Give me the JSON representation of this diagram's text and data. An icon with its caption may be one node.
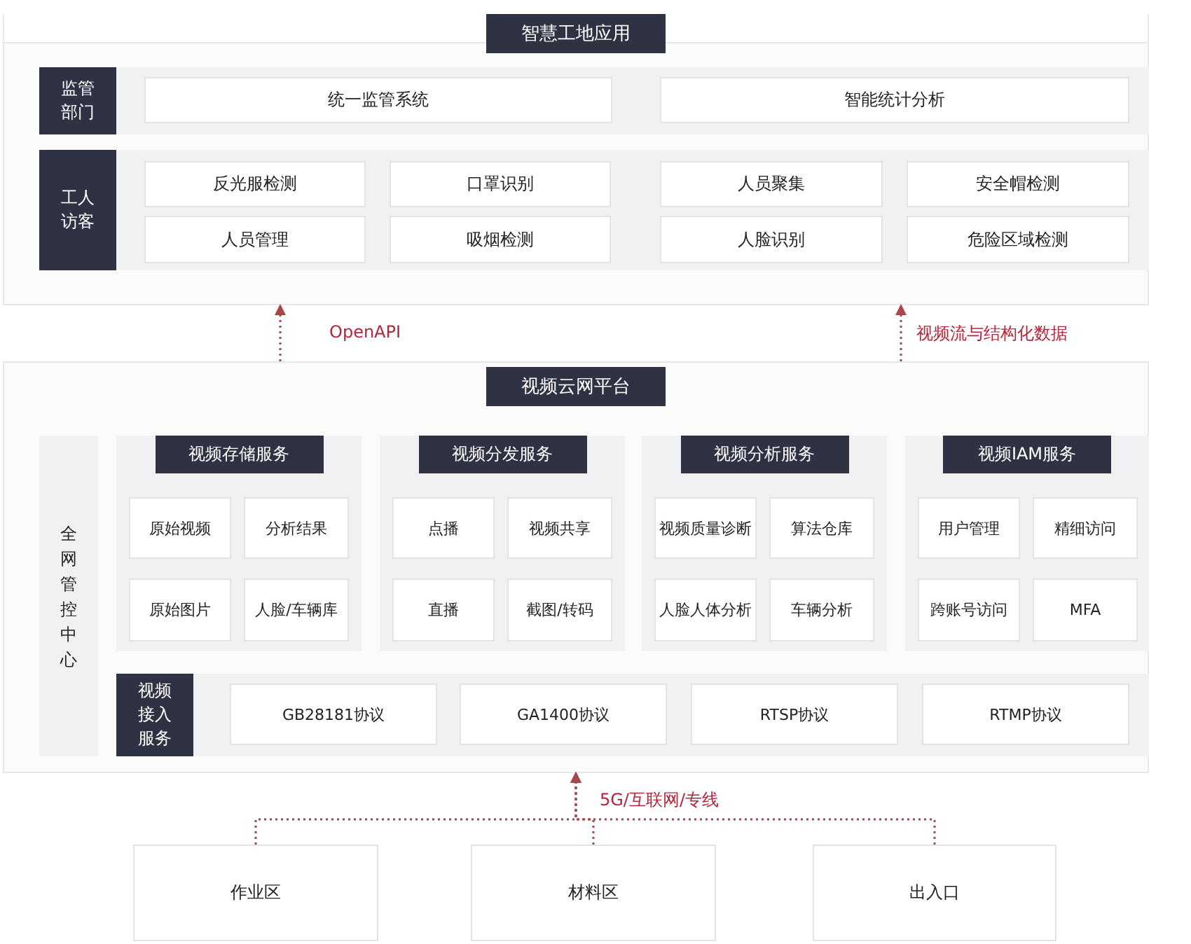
{
  "diagram": {
    "nodes": [
      {
        "text": [
          "智慧工地应用"
        ]
      },
      {
        "text": [
          "监管部门"
        ],
        "in": 0
      },
      {
        "text": [
          "统一监管系统"
        ],
        "in": 1
      },
      {
        "text": [
          "智能统计分析"
        ],
        "in": 1
      },
      {
        "text": [
          "工人访客"
        ],
        "in": 0
      },
      {
        "text": [
          "反光服检测"
        ],
        "in": 4
      },
      {
        "text": [
          "口罩识别"
        ],
        "in": 4
      },
      {
        "text": [
          "人员聚集"
        ],
        "in": 4
      },
      {
        "text": [
          "安全帽检测"
        ],
        "in": 4
      },
      {
        "text": [
          "人员管理"
        ],
        "in": 4
      },
      {
        "text": [
          "吸烟检测"
        ],
        "in": 4
      },
      {
        "text": [
          "人脸识别"
        ],
        "in": 4
      },
      {
        "text": [
          "危险区域检测"
        ],
        "in": 4
      },
      {
        "text": [
          "视频云网平台"
        ]
      },
      {
        "text": [
          "全网管控中心"
        ],
        "in": 13
      },
      {
        "text": [
          "视频存储服务"
        ],
        "in": 13
      },
      {
        "text": [
          "原始视频"
        ],
        "in": 15
      },
      {
        "text": [
          "分析结果"
        ],
        "in": 15
      },
      {
        "text": [
          "原始图片"
        ],
        "in": 15
      },
      {
        "text": [
          "人脸/车辆库"
        ],
        "in": 15
      },
      {
        "text": [
          "视频分发服务"
        ],
        "in": 13
      },
      {
        "text": [
          "点播"
        ],
        "in": 20
      },
      {
        "text": [
          "视频共享"
        ],
        "in": 20
      },
      {
        "text": [
          "直播"
        ],
        "in": 20
      },
      {
        "text": [
          "截图/转码"
        ],
        "in": 20
      },
      {
        "text": [
          "视频分析服务"
        ],
        "in": 13
      },
      {
        "text": [
          "视频质量诊断"
        ],
        "in": 25
      },
      {
        "text": [
          "算法仓库"
        ],
        "in": 25
      },
      {
        "text": [
          "人脸人体分析"
        ],
        "in": 25
      },
      {
        "text": [
          "车辆分析"
        ],
        "in": 25
      },
      {
        "text": [
          "视频IAM服务"
        ],
        "in": 13
      },
      {
        "text": [
          "用户管理"
        ],
        "in": 30
      },
      {
        "text": [
          "精细访问"
        ],
        "in": 30
      },
      {
        "text": [
          "跨账号访问"
        ],
        "in": 30
      },
      {
        "text": [
          "MFA"
        ],
        "in": 30
      },
      {
        "text": [
          "视频接入服务"
        ],
        "in": 13
      },
      {
        "text": [
          "GB28181协议"
        ],
        "in": 35
      },
      {
        "text": [
          "GA1400协议"
        ],
        "in": 35
      },
      {
        "text": [
          "RTSP协议"
        ],
        "in": 35
      },
      {
        "text": [
          "RTMP协议"
        ],
        "in": 35
      },
      {
        "text": [
          "作业区"
        ]
      },
      {
        "text": [
          "材料区"
        ]
      },
      {
        "text": [
          "出入口"
        ]
      }
    ],
    "edges": [
      {
        "from": 13,
        "to": 0,
        "arrow": "to",
        "label": "OpenAPI"
      },
      {
        "from": 13,
        "to": 0,
        "arrow": "to",
        "label": "视频流与结构化数据"
      },
      {
        "from": 40,
        "to": 13,
        "arrow": "to"
      },
      {
        "from": 41,
        "to": 13,
        "arrow": "to",
        "label": "5G/互联网/专线"
      },
      {
        "from": 42,
        "to": 13,
        "arrow": "to"
      }
    ]
  }
}
